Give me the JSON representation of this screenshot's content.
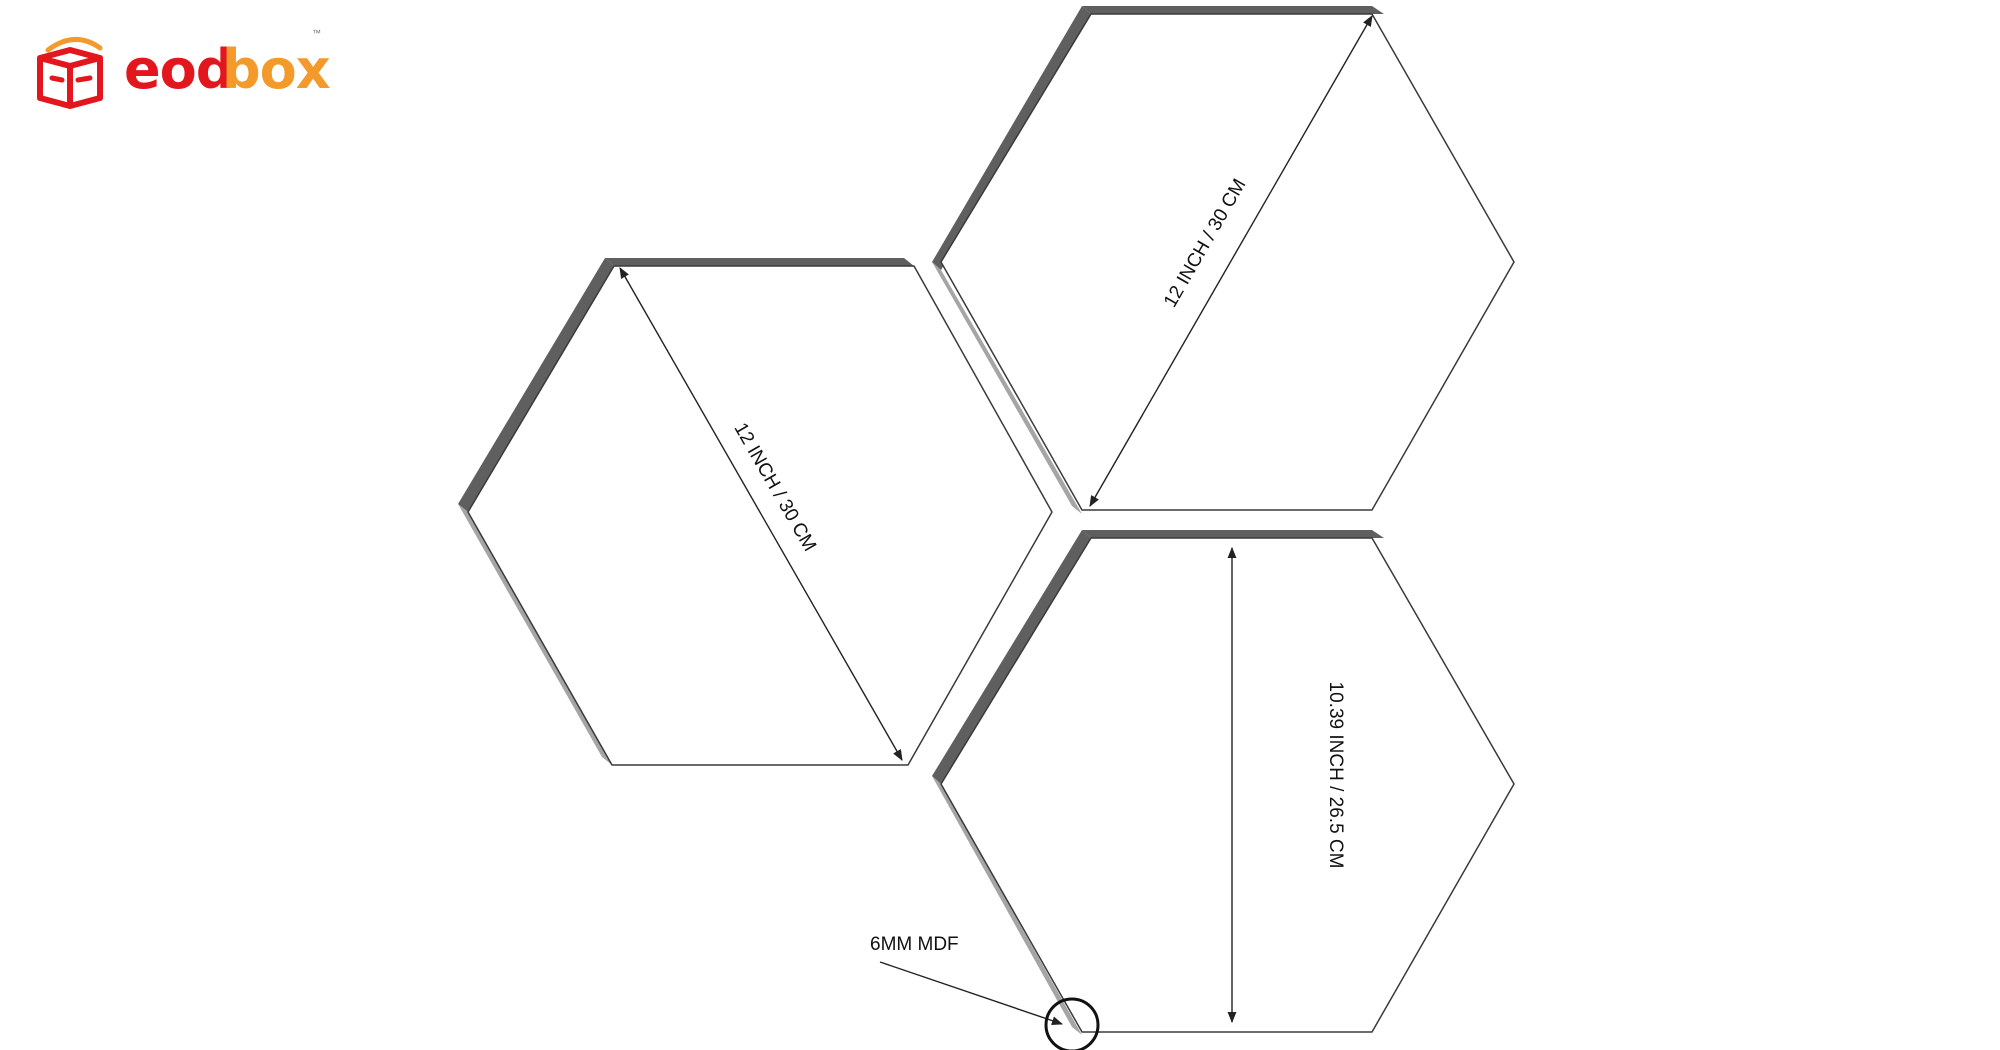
{
  "brand": {
    "name_part1": "eod",
    "name_part2": "box",
    "trademark": "™",
    "color_red": "#e3161d",
    "color_orange": "#f39a2b"
  },
  "diagram": {
    "panel_edge_color": "#5f5f5f",
    "panel_side_color": "#a5a5a5",
    "outline_color": "#3a3a3a",
    "labels": {
      "top_right_diagonal": "12 INCH / 30 CM",
      "left_diagonal": "12 INCH / 30 CM",
      "bottom_right_height": "10.39 INCH / 26.5 CM",
      "thickness_callout": "6MM MDF"
    }
  }
}
